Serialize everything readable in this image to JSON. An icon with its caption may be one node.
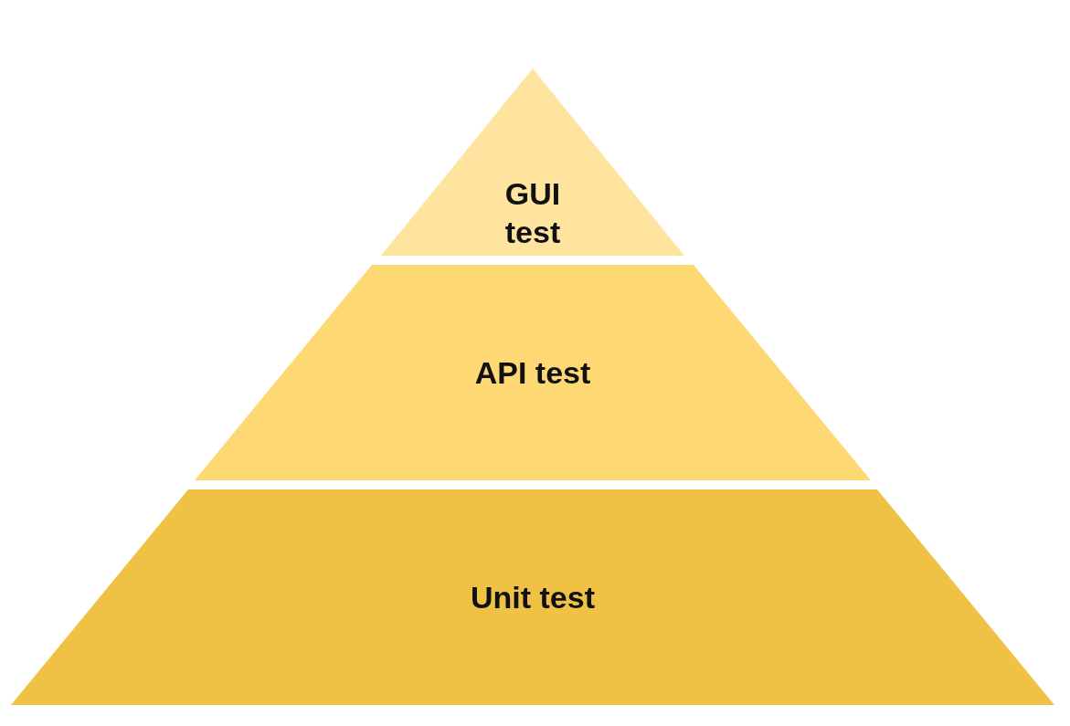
{
  "diagram": {
    "nodes": [
      {
        "text": [
          "GUI test"
        ]
      },
      {
        "text": [
          "API test"
        ]
      },
      {
        "text": [
          "Unit test"
        ]
      }
    ]
  }
}
